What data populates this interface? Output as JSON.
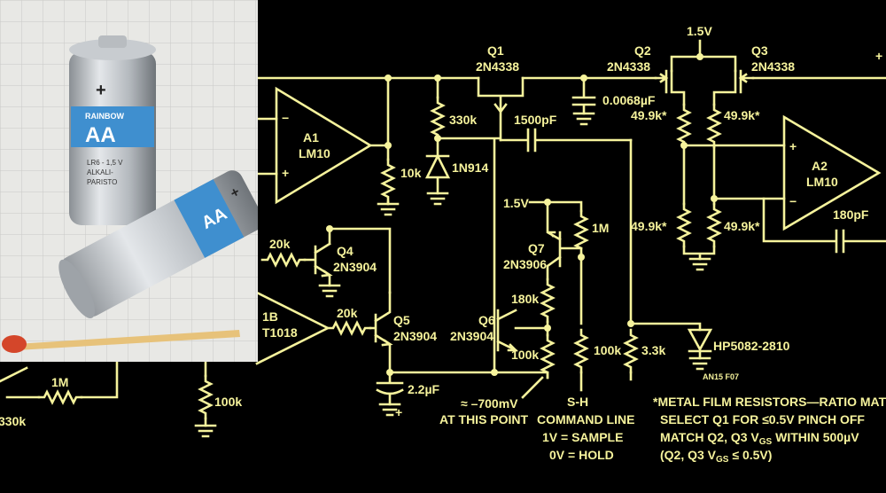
{
  "colors": {
    "background": "#000000",
    "trace": "#f6f39c",
    "photo_bg": "#e6e6e3"
  },
  "components": {
    "q1": "Q1",
    "q1_part": "2N4338",
    "q2": "Q2",
    "q2_part": "2N4338",
    "q3": "Q3",
    "q3_part": "2N4338",
    "q4": "Q4",
    "q4_part": "2N3904",
    "q5": "Q5",
    "q5_part": "2N3904",
    "q6": "Q6",
    "q6_part": "2N3904",
    "q7": "Q7",
    "q7_part": "2N3906",
    "a1": "A1",
    "a1_part": "LM10",
    "a2": "A2",
    "a2_part": "LM10",
    "a_partial": "1B",
    "a_partial_part": "T1018",
    "r_330k": "330k",
    "r_10k": "10k",
    "r_20k_a": "20k",
    "r_20k_b": "20k",
    "r_1m_top": "1M",
    "r_180k": "180k",
    "r_100k_a": "100k",
    "r_100k_b": "100k",
    "r_100k_c": "100k",
    "r_3k3": "3.3k",
    "r_1m_left": "1M",
    "r_330k_left": "330k",
    "r_49k_1": "49.9k*",
    "r_49k_2": "49.9k*",
    "r_49k_3": "49.9k*",
    "r_49k_4": "49.9k*",
    "c_1500p": "1500pF",
    "c_0068": "0.0068µF",
    "c_180p": "180pF",
    "c_22u": "2.2µF",
    "d_1n914": "1N914",
    "d_hp": "HP5082-2810",
    "v_top": "1.5V",
    "v_mid": "1.5V"
  },
  "annotations": {
    "mv_line1": "≈ –700mV",
    "mv_line2": "AT THIS POINT",
    "sh_1": "S-H",
    "sh_2": "COMMAND LINE",
    "sh_3": "1V = SAMPLE",
    "sh_4": "0V = HOLD",
    "fig_id": "AN15 F07",
    "notes": [
      "*METAL FILM RESISTORS—RATIO MATC",
      "SELECT Q1 FOR ≤0.5V PINCH OFF",
      "MATCH Q2, Q3 V",
      "(Q2, Q3 V"
    ],
    "note3_sub": "GS",
    "note3_tail": " WITHIN 500µV",
    "note4_sub": "GS",
    "note4_tail": " ≤ 0.5V)",
    "edge_mark": "+"
  },
  "photo": {
    "battery_label_brand": "RAINBOW",
    "battery_label_size": "AA",
    "battery_label_text": "LR6 - 1,5 V",
    "battery_label_text2": "ALKALI-",
    "battery_label_text3": "PARISTO",
    "plus_sign": "+"
  }
}
